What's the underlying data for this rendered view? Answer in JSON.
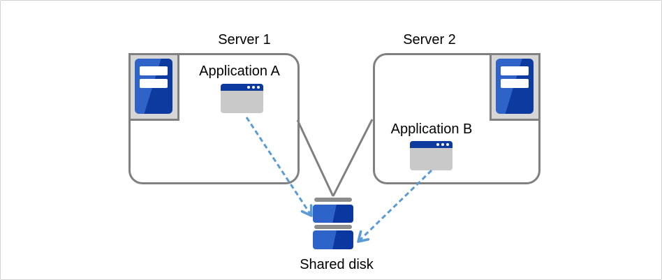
{
  "nodes": {
    "server1": {
      "label": "Server 1",
      "icon": "server-tower-icon"
    },
    "server2": {
      "label": "Server 2",
      "icon": "server-tower-icon"
    },
    "app_a": {
      "label": "Application A",
      "icon": "application-window-icon"
    },
    "app_b": {
      "label": "Application B",
      "icon": "application-window-icon"
    },
    "shared_disk": {
      "label": "Shared disk",
      "icon": "disk-stack-icon"
    }
  },
  "connectors": [
    {
      "name": "server1-to-disk",
      "style": "solid"
    },
    {
      "name": "server2-to-disk",
      "style": "solid"
    },
    {
      "name": "app-a-to-disk",
      "style": "dashed-arrow"
    },
    {
      "name": "app-b-to-disk",
      "style": "dashed-arrow"
    }
  ],
  "colors": {
    "connector_gray": "#808080",
    "arrow_blue": "#5b9bd5",
    "server_blue_light": "#2f63c8",
    "server_blue_dark": "#0c3a9e",
    "titlebar_blue": "#0d3a9e",
    "window_body_gray": "#c9c9c9",
    "frame_fill_gray": "#d6d6d6",
    "disk_cap_gray": "#8c8c8c",
    "canvas_border": "#d2d2d2",
    "text": "#000000"
  }
}
